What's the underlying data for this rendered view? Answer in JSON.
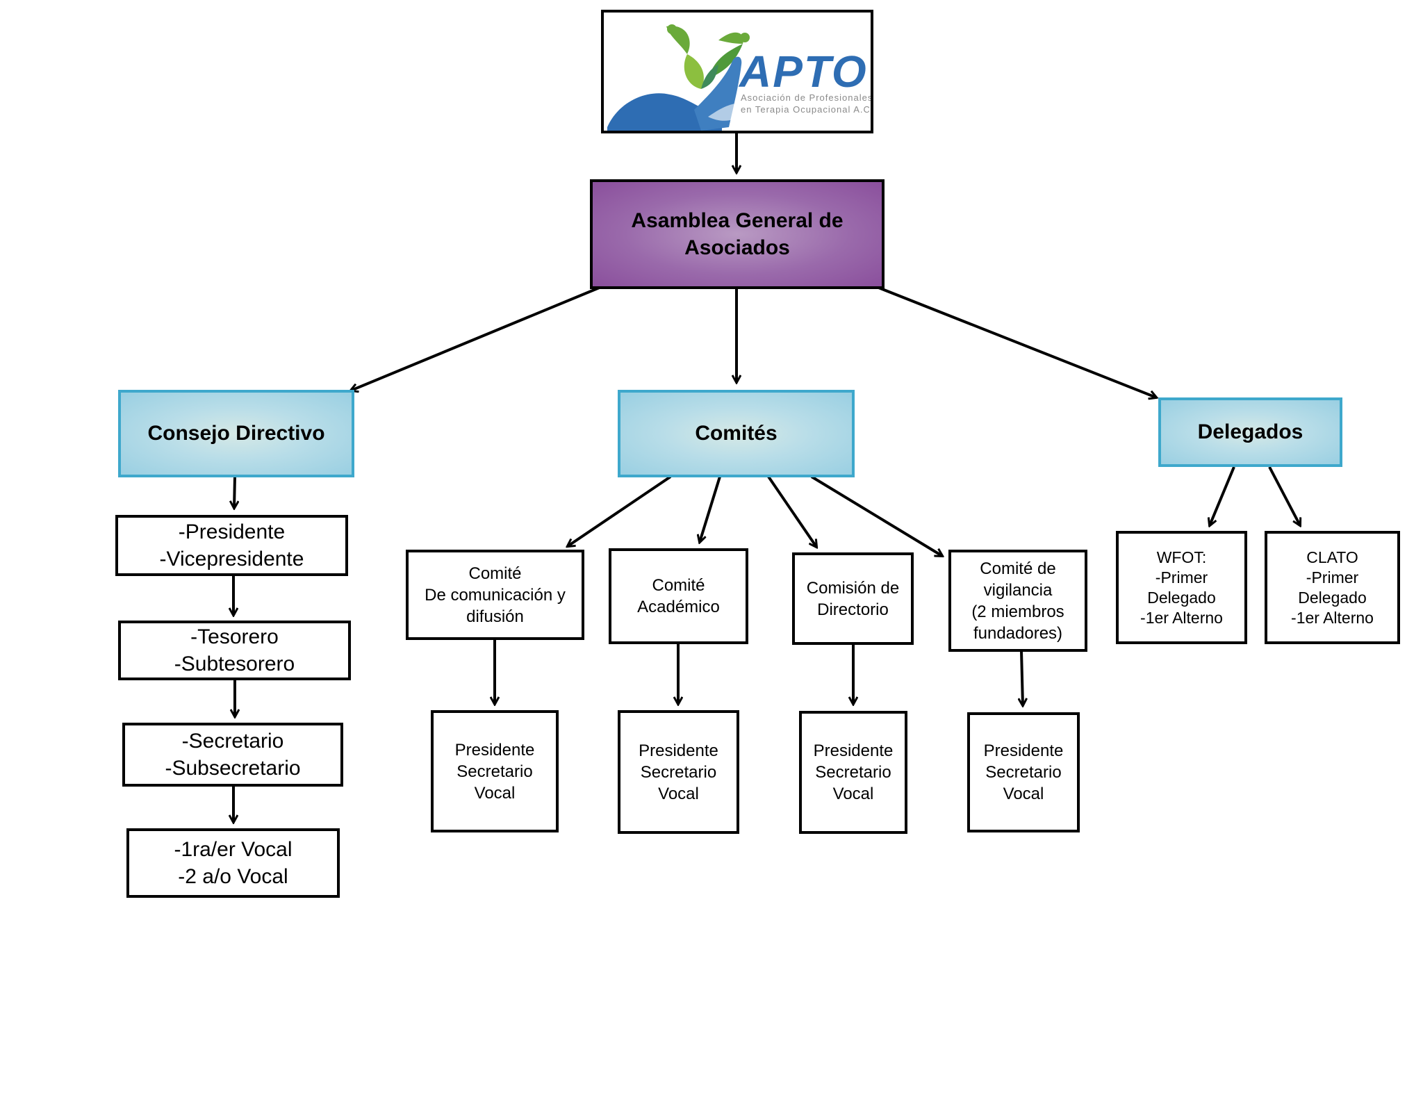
{
  "logo": {
    "title": "APTO",
    "subtitle_line1": "Asociación de Profesionales",
    "subtitle_line2": "en Terapia Ocupacional A.C"
  },
  "assembly": {
    "line1": "Asamblea General de",
    "line2": "Asociados"
  },
  "branches": {
    "consejo": "Consejo Directivo",
    "comites": "Comités",
    "delegados": "Delegados"
  },
  "consejo_roles": [
    {
      "line1": "-Presidente",
      "line2": "-Vicepresidente"
    },
    {
      "line1": "-Tesorero",
      "line2": "-Subtesorero"
    },
    {
      "line1": "-Secretario",
      "line2": "-Subsecretario"
    },
    {
      "line1": "-1ra/er Vocal",
      "line2": "-2 a/o Vocal"
    }
  ],
  "committees": [
    {
      "lines": [
        "Comité",
        "De comunicación y",
        "difusión"
      ]
    },
    {
      "lines": [
        "Comité",
        "Académico"
      ]
    },
    {
      "lines": [
        "Comisión de",
        "Directorio"
      ]
    },
    {
      "lines": [
        "Comité de",
        "vigilancia",
        "(2 miembros",
        "fundadores)"
      ]
    }
  ],
  "committee_members": {
    "line1": "Presidente",
    "line2": "Secretario",
    "line3": "Vocal"
  },
  "delegates": [
    {
      "lines": [
        "WFOT:",
        "-Primer",
        "Delegado",
        "-1er Alterno"
      ]
    },
    {
      "lines": [
        "CLATO",
        "-Primer",
        "Delegado",
        "-1er Alterno"
      ]
    }
  ],
  "colors": {
    "assembly_fill": "#9a6aab",
    "branch_fill": "#b8dde8",
    "branch_border": "#3ea8cc",
    "logo_text": "#2e6db3",
    "logo_leaves": "#6aaa3a",
    "logo_hands": "#2e6db3"
  },
  "icons": [
    "logo-leaves-icon",
    "logo-hands-icon"
  ]
}
